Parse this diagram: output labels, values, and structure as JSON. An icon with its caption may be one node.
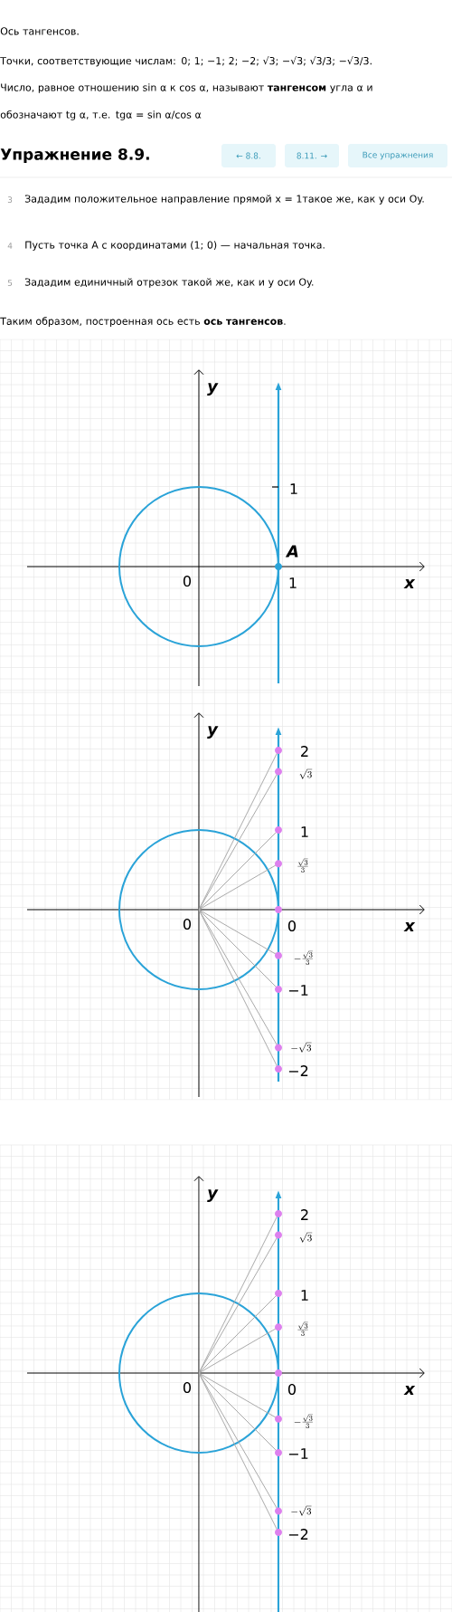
{
  "diagram": {
    "title": "Упражнение 8.9.",
    "nodes": [
      {
        "text": [
          "← 8.8."
        ]
      },
      {
        "text": [
          "8.11. →"
        ]
      },
      {
        "text": [
          "Все упражнения"
        ]
      }
    ],
    "labels": [
      "Ось тангенсов.",
      "Точки, соответствующие числам: 0; 1; −1; 2; −2; √3; −√3; √3/3; −√3/3.",
      "Число, равное отношению sin α к cos α, называют **тангенсом** угла α и обозначают tg α, т.е. tgα = sin α/cos α",
      "3",
      "Зададим положительное направление прямой x = 1такое же, как у оси Oy.",
      "4",
      "Пусть точка A с координатами (1; 0) — начальная точка.",
      "5",
      "Зададим единичный отрезок такой же, как и у оси Oy.",
      "Таким образом, построенная ось есть **ось тангенсов**.",
      "y",
      "1",
      "A",
      "0",
      "1",
      "x",
      "y",
      "2",
      "\\sqrt{3}",
      "1",
      "\\frac{\\sqrt{3}}{3}",
      "0",
      "0",
      "x",
      "-\\frac{\\sqrt{3}}{3}",
      "−1",
      "-\\sqrt{3}",
      "−2",
      "y",
      "2",
      "\\sqrt{3}",
      "1",
      "\\frac{\\sqrt{3}}{3}",
      "0",
      "0",
      "x",
      "-\\frac{\\sqrt{3}}{3}",
      "−1",
      "-\\sqrt{3}",
      "−2"
    ]
  }
}
